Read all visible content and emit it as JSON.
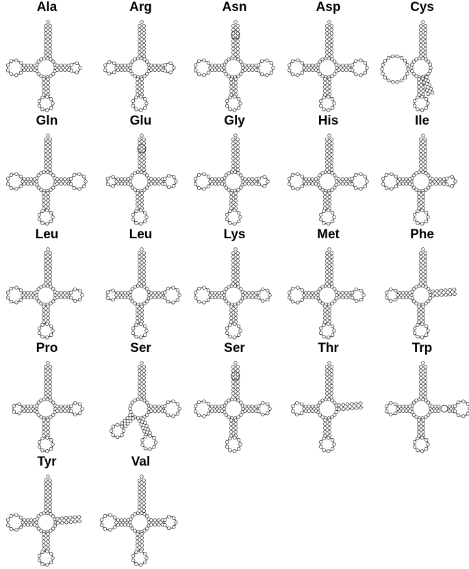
{
  "figure": {
    "panels": [
      {
        "label": "Ala",
        "variable_loop": "none",
        "d_loop": "medium",
        "t_loop": "small-pentagon"
      },
      {
        "label": "Arg",
        "variable_loop": "none",
        "d_loop": "small",
        "t_loop": "small-pentagon"
      },
      {
        "label": "Asn",
        "variable_loop": "none",
        "d_loop": "medium",
        "t_loop": "medium",
        "acceptor_bulge": true
      },
      {
        "label": "Asp",
        "variable_loop": "none",
        "d_loop": "medium",
        "t_loop": "medium"
      },
      {
        "label": "Cys",
        "variable_loop": "none",
        "d_loop": "large-open",
        "t_loop": "none"
      },
      {
        "label": "Gln",
        "variable_loop": "none",
        "d_loop": "medium",
        "t_loop": "medium"
      },
      {
        "label": "Glu",
        "variable_loop": "none",
        "d_loop": "small-pentagon",
        "t_loop": "small",
        "acceptor_bulge": true
      },
      {
        "label": "Gly",
        "variable_loop": "none",
        "d_loop": "medium",
        "t_loop": "small-pentagon"
      },
      {
        "label": "His",
        "variable_loop": "none",
        "d_loop": "medium",
        "t_loop": "medium"
      },
      {
        "label": "Ile",
        "variable_loop": "none",
        "d_loop": "medium",
        "t_loop": "small-pentagon"
      },
      {
        "label": "Leu",
        "variable_loop": "none",
        "d_loop": "medium",
        "t_loop": "small"
      },
      {
        "label": "Leu",
        "variable_loop": "none",
        "d_loop": "small-pentagon",
        "t_loop": "medium"
      },
      {
        "label": "Lys",
        "variable_loop": "none",
        "d_loop": "medium",
        "t_loop": "small"
      },
      {
        "label": "Met",
        "variable_loop": "none",
        "d_loop": "medium",
        "t_loop": "small"
      },
      {
        "label": "Phe",
        "variable_loop": "none",
        "d_loop": "small",
        "t_loop": "open"
      },
      {
        "label": "Pro",
        "variable_loop": "none",
        "d_loop": "small-pentagon",
        "t_loop": "small"
      },
      {
        "label": "Ser",
        "variable_loop": "none",
        "d_loop": "none",
        "t_loop": "medium",
        "rotated": true
      },
      {
        "label": "Ser",
        "variable_loop": "none",
        "d_loop": "medium",
        "t_loop": "small",
        "acceptor_bulge": true
      },
      {
        "label": "Thr",
        "variable_loop": "none",
        "d_loop": "small",
        "t_loop": "open"
      },
      {
        "label": "Trp",
        "variable_loop": "none",
        "d_loop": "small",
        "t_loop": "medium",
        "t_bulge": true
      },
      {
        "label": "Tyr",
        "variable_loop": "none",
        "d_loop": "medium",
        "t_loop": "open"
      },
      {
        "label": "Val",
        "variable_loop": "none",
        "d_loop": "medium",
        "t_loop": "small"
      }
    ],
    "colors": {
      "stroke": "#333333",
      "nucleotide_fill": "#ffffff",
      "label": "#000000"
    }
  }
}
